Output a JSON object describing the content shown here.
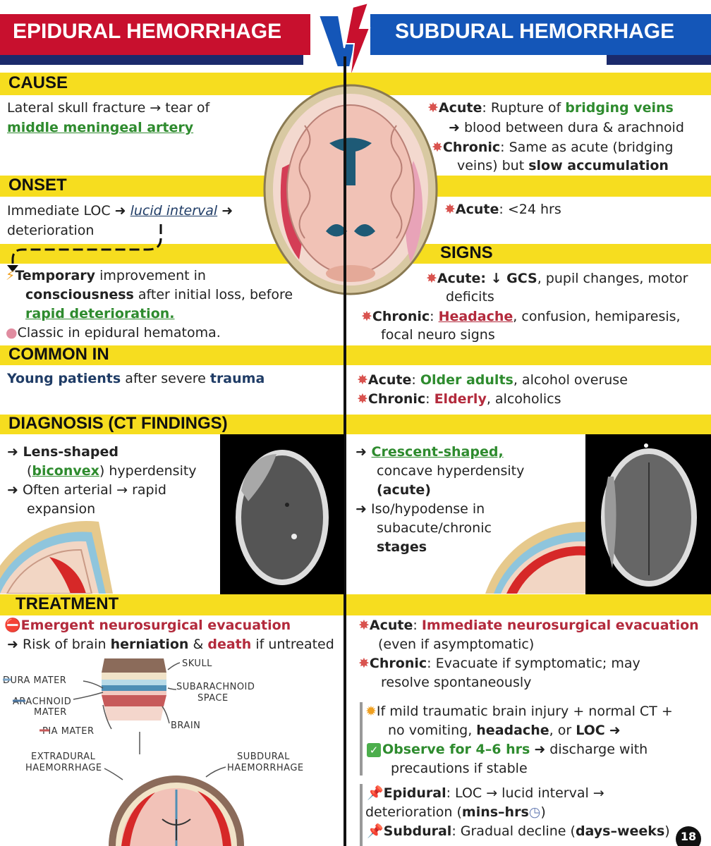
{
  "header": {
    "left_title": "EPIDURAL HEMORRHAGE",
    "right_title": "SUBDURAL HEMORRHAGE",
    "vs": "VS"
  },
  "sections": {
    "cause": "CAUSE",
    "onset": "ONSET",
    "signs": "SIGNS",
    "common_in": "COMMON IN",
    "diagnosis": "DIAGNOSIS (CT FINDINGS)",
    "treatment": "TREATMENT"
  },
  "epidural": {
    "cause_1": "Lateral skull fracture → tear of",
    "cause_2": "middle meningeal artery",
    "onset_a": "Immediate LOC ➜ ",
    "onset_b": "lucid interval",
    "onset_c": " ➜",
    "onset_2": "deterioration",
    "lucid_1a": "Temporary",
    "lucid_1b": " improvement in",
    "lucid_2a": "consciousness",
    "lucid_2b": " after initial loss, before",
    "lucid_3": "rapid deterioration.",
    "lucid_4": "Classic in epidural hematoma.",
    "common_a": "Young patients",
    "common_b": " after severe ",
    "common_c": "trauma",
    "diag_1": "➜ Lens-shaped",
    "diag_2a": "(",
    "diag_2b": "biconvex",
    "diag_2c": ") hyperdensity",
    "diag_3": "➜ Often arterial → rapid",
    "diag_4": "expansion",
    "treat_1": "Emergent neurosurgical evacuation",
    "treat_2a": "➜ Risk of brain ",
    "treat_2b": "herniation",
    "treat_2c": " & ",
    "treat_2d": "death",
    "treat_2e": " if untreated"
  },
  "subdural": {
    "cause_1a": "Acute",
    "cause_1b": ": Rupture of ",
    "cause_1c": "bridging veins",
    "cause_2": "➜ blood between dura & arachnoid",
    "cause_3a": "Chronic",
    "cause_3b": ": Same as acute (bridging",
    "cause_4a": "veins) but ",
    "cause_4b": "slow accumulation",
    "onset_a": "Acute",
    "onset_b": ": <24 hrs",
    "signs_1a": "Acute:",
    "signs_1b": " ↓ GCS",
    "signs_1c": ", pupil changes, motor",
    "signs_2": "deficits",
    "signs_3a": "Chronic",
    "signs_3b": ": ",
    "signs_3c": "Headache",
    "signs_3d": ", confusion, hemiparesis,",
    "signs_4": "focal neuro signs",
    "common_1a": "Acute",
    "common_1b": ": ",
    "common_1c": "Older adults",
    "common_1d": ", alcohol overuse",
    "common_2a": "Chronic",
    "common_2b": ": ",
    "common_2c": "Elderly",
    "common_2d": ", alcoholics",
    "diag_1a": "➜ ",
    "diag_1b": "Crescent-shaped,",
    "diag_2": "concave hyperdensity",
    "diag_3": "(acute)",
    "diag_4": "➜ Iso/hypodense in",
    "diag_5": "subacute/chronic",
    "diag_6": "stages",
    "treat_1a": "Acute",
    "treat_1b": ": ",
    "treat_1c": "Immediate neurosurgical evacuation",
    "treat_2": "(even if asymptomatic)",
    "treat_3a": "Chronic",
    "treat_3b": ": Evacuate if symptomatic; may",
    "treat_4": "resolve spontaneously",
    "note_1": "If mild traumatic brain injury + normal CT +",
    "note_2a": "no vomiting, ",
    "note_2b": "headache",
    "note_2c": ", or ",
    "note_2d": "LOC",
    "note_2e": " ➜",
    "note_3a": "Observe for 4–6 hrs",
    "note_3b": " ➜ discharge with",
    "note_4": "precautions if stable",
    "pin_1a": "Epidural",
    "pin_1b": ": LOC → lucid interval →",
    "pin_2a": "deterioration (",
    "pin_2b": "mins–hrs",
    "pin_2c": ")",
    "pin_3a": "Subdural",
    "pin_3b": ":  Gradual decline (",
    "pin_3c": "days–weeks",
    "pin_3d": ")"
  },
  "diagram": {
    "skull": "SKULL",
    "dura": "DURA MATER",
    "arachnoid_1": "ARACHNOID",
    "arachnoid_2": "MATER",
    "subarachnoid_1": "SUBARACHNOID",
    "subarachnoid_2": "SPACE",
    "pia": "PIA MATER",
    "brain": "BRAIN",
    "extradural_1": "EXTRADURAL",
    "extradural_2": "HAEMORRHAGE",
    "subdural_1": "SUBDURAL",
    "subdural_2": "HAEMORRHAGE"
  },
  "page_number": "18",
  "colors": {
    "red_banner": "#c8102e",
    "blue_banner": "#1456b8",
    "navy": "#1b2a6b",
    "yellow": "#f6dd1f",
    "green_text": "#2e8b2e",
    "red_text": "#b32a3c"
  }
}
